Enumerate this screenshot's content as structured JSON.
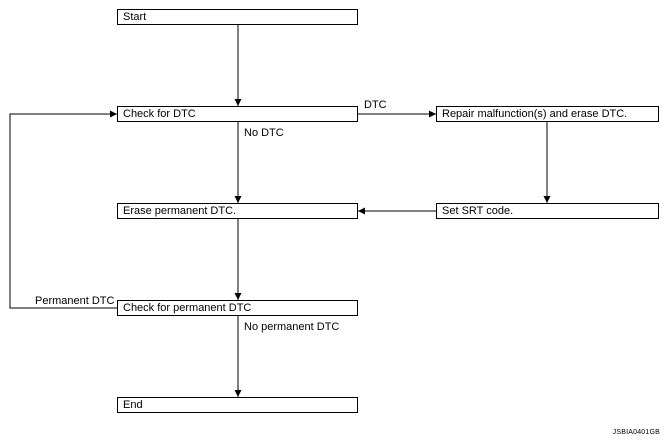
{
  "nodes": {
    "start": "Start",
    "check_dtc": "Check for DTC",
    "repair": "Repair malfunction(s) and erase DTC.",
    "erase_permanent": "Erase permanent DTC.",
    "set_srt": "Set SRT code.",
    "check_permanent": "Check for permanent DTC",
    "end": "End"
  },
  "edge_labels": {
    "dtc": "DTC",
    "no_dtc": "No DTC",
    "permanent_dtc": "Permanent DTC",
    "no_permanent_dtc": "No permanent DTC"
  },
  "figure_code": "JSBIA0401GB",
  "colors": {
    "line": "#000000",
    "box_fill": "#ffffff"
  }
}
